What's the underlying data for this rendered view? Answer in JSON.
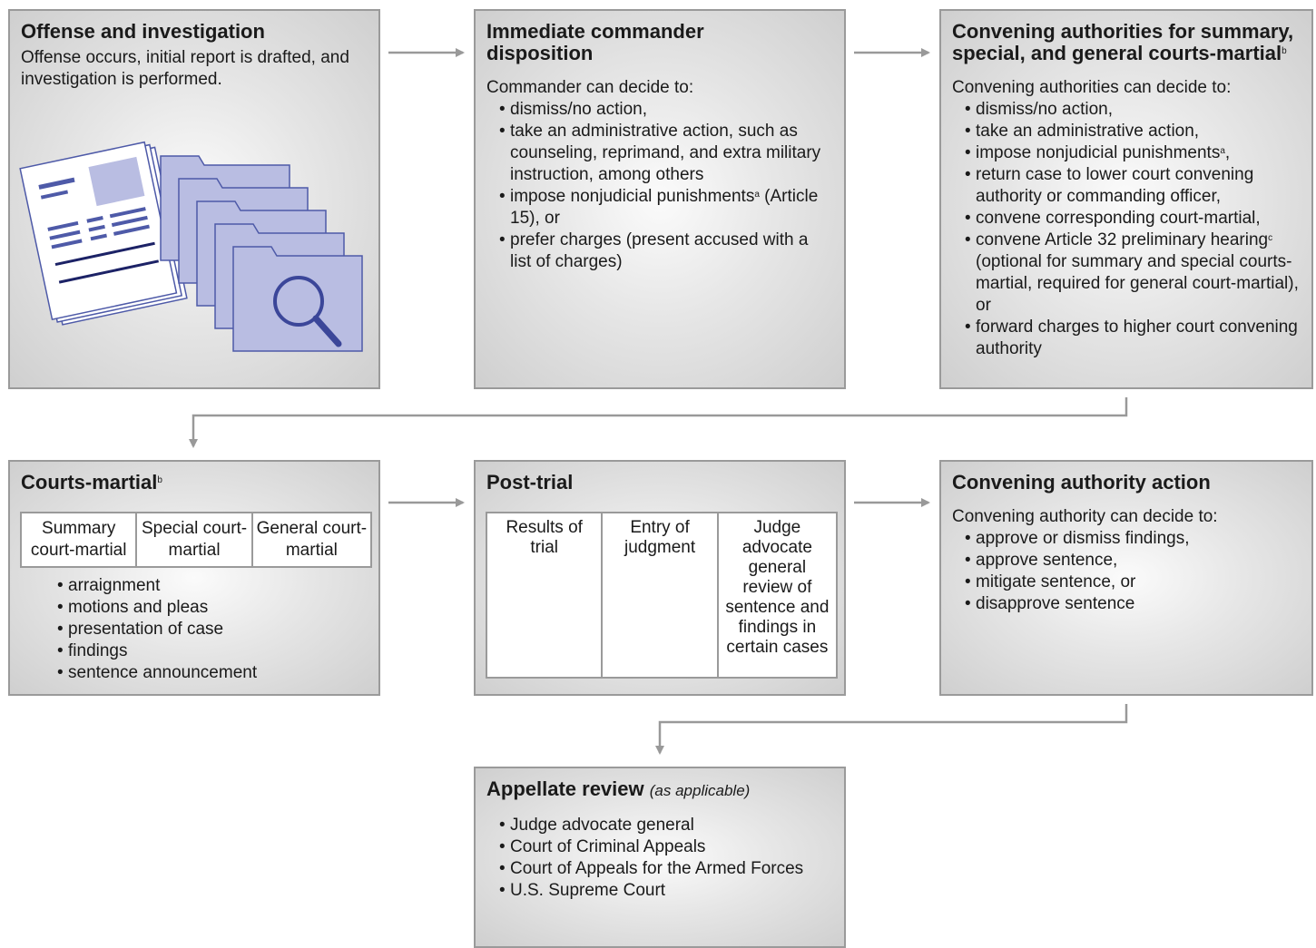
{
  "boxes": {
    "offense": {
      "title": "Offense and investigation",
      "text": "Offense occurs, initial report is drafted, and investigation is performed."
    },
    "commander": {
      "title": "Immediate commander disposition",
      "intro": "Commander can decide to:",
      "items": [
        "dismiss/no action,",
        "take an administrative action, such as counseling, reprimand, and extra military instruction, among others",
        "prefer charges (present accused with a list of charges)"
      ],
      "item3_text": "impose nonjudicial punishments",
      "item3_sup": "a",
      "item3_tail": "(Article 15), or"
    },
    "convening": {
      "title": "Convening authorities for summary, special, and general courts-martial",
      "title_sup": "b",
      "intro": "Convening authorities can decide to:",
      "item1": "dismiss/no action,",
      "item2": "take an administrative action,",
      "item3": "impose nonjudicial punishments",
      "item3_sup": "a",
      "item3_tail": ",",
      "item4": "return case to lower court convening authority or commanding officer,",
      "item5": "convene corresponding court-martial,",
      "item6": "convene Article 32 preliminary hearing",
      "item6_sup": "c",
      "item6_tail": "(optional for summary and special courts-martial, required for general court-martial), or",
      "item7": "forward charges to higher court convening authority"
    },
    "courts": {
      "title": "Courts-martial",
      "title_sup": "b",
      "columns": [
        "Summary court-martial",
        "Special court-martial",
        "General court-martial"
      ],
      "items": [
        "arraignment",
        "motions and pleas",
        "presentation of case",
        "findings",
        "sentence announcement"
      ]
    },
    "posttrial": {
      "title": "Post-trial",
      "columns": [
        "Results of trial",
        "Entry of judgment",
        "Judge advocate general review of sentence and findings in certain cases"
      ]
    },
    "action": {
      "title": "Convening authority action",
      "intro": "Convening authority can decide to:",
      "items": [
        "approve or dismiss findings,",
        "approve sentence,",
        "mitigate sentence, or",
        "disapprove sentence"
      ]
    },
    "appellate": {
      "title": "Appellate review",
      "title_note": "(as applicable)",
      "items": [
        "Judge advocate general",
        "Court of Criminal Appeals",
        "Court of Appeals for the Armed Forces",
        "U.S. Supreme Court"
      ]
    }
  },
  "icons": {
    "documents": "document-stack-icon",
    "folders": "folder-stack-icon",
    "magnifier": "magnifying-glass-icon"
  },
  "colors": {
    "box_border": "#9a9a9a",
    "arrow": "#999999",
    "folder_fill": "#b9bde2",
    "folder_stroke": "#4e5aa8"
  }
}
